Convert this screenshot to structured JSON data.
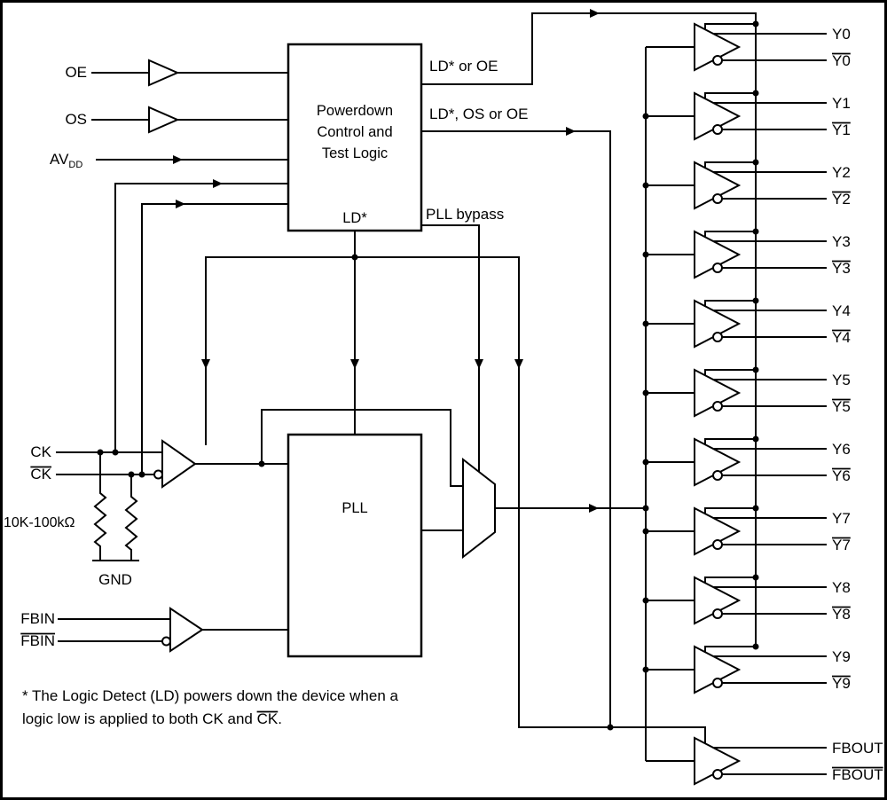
{
  "diagram": {
    "inputs": {
      "oe": "OE",
      "os": "OS",
      "avdd_main": "AV",
      "avdd_sub": "DD",
      "ck": "CK",
      "ck_bar": "CK",
      "resistor_range": "10K-100kΩ",
      "gnd": "GND",
      "fbin": "FBIN",
      "fbin_bar": "FBIN"
    },
    "powerdown_block": {
      "line1": "Powerdown",
      "line2": "Control and",
      "line3": "Test Logic",
      "ld": "LD*"
    },
    "pll_block": {
      "label": "PLL"
    },
    "control_signals": {
      "ld_or_oe": "LD* or OE",
      "ld_os_or_oe": "LD*, OS or OE",
      "pll_bypass": "PLL bypass"
    },
    "outputs": {
      "pairs": [
        {
          "p": "Y0",
          "n": "Y0"
        },
        {
          "p": "Y1",
          "n": "Y1"
        },
        {
          "p": "Y2",
          "n": "Y2"
        },
        {
          "p": "Y3",
          "n": "Y3"
        },
        {
          "p": "Y4",
          "n": "Y4"
        },
        {
          "p": "Y5",
          "n": "Y5"
        },
        {
          "p": "Y6",
          "n": "Y6"
        },
        {
          "p": "Y7",
          "n": "Y7"
        },
        {
          "p": "Y8",
          "n": "Y8"
        },
        {
          "p": "Y9",
          "n": "Y9"
        },
        {
          "p": "FBOUT",
          "n": "FBOUT"
        }
      ]
    },
    "footnote": {
      "line1": "* The Logic Detect (LD) powers down the device when a",
      "line2_a": "logic low is applied to both CK and ",
      "line2_b": "CK",
      "line2_c": "."
    },
    "colors": {
      "ink": "#000000",
      "background": "#ffffff"
    }
  }
}
